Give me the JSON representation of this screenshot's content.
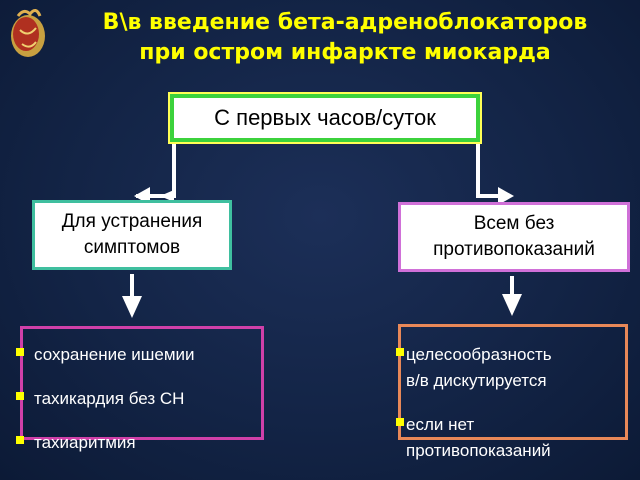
{
  "header": {
    "title": "В\\в введение бета-адреноблокаторов\nпри остром инфаркте миокарда",
    "logo_icon": "heart-icon"
  },
  "diagram": {
    "top_node": "С первых часов/суток",
    "left_node": "Для устранения\nсимптомов",
    "right_node": "Всем без\nпротивопоказаний",
    "left_list": [
      "сохранение ишемии",
      "тахикардия без СН",
      "тахиаритмия"
    ],
    "right_list": [
      "целесообразность\nв/в дискутируется",
      "если нет\nпротивопоказаний"
    ]
  },
  "colors": {
    "background": "#132446",
    "title": "#ffff00",
    "top_border": "#3cd23c",
    "left_border": "#3fbf9f",
    "right_border": "#d070d8",
    "left_list_border": "#d040a8",
    "right_list_border": "#e88858",
    "bullet": "#ffff00"
  }
}
